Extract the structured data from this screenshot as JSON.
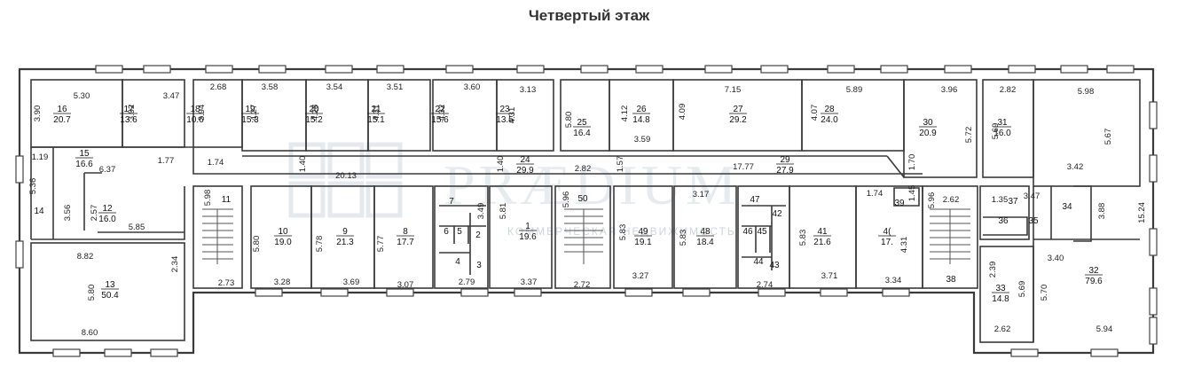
{
  "title": "Четвертый этаж",
  "watermark": {
    "brand": "PRÆDIUM",
    "tagline": "КОММЕРЧЕСКАЯ НЕДВИЖИМОСТЬ"
  },
  "rooms": [
    {
      "id": "16",
      "area": "20.7"
    },
    {
      "id": "17",
      "area": "13.6"
    },
    {
      "id": "18",
      "area": "10.6"
    },
    {
      "id": "19",
      "area": "15.3"
    },
    {
      "id": "20",
      "area": "15.2"
    },
    {
      "id": "21",
      "area": "15.1"
    },
    {
      "id": "22",
      "area": "15.6"
    },
    {
      "id": "23",
      "area": "13.5"
    },
    {
      "id": "25",
      "area": "16.4"
    },
    {
      "id": "26",
      "area": "14.8"
    },
    {
      "id": "27",
      "area": "29.2"
    },
    {
      "id": "28",
      "area": "24.0"
    },
    {
      "id": "30",
      "area": "20.9"
    },
    {
      "id": "31",
      "area": "16.0"
    },
    {
      "id": "15",
      "area": "16.6"
    },
    {
      "id": "24",
      "area": "29.9"
    },
    {
      "id": "29",
      "area": "27.9"
    },
    {
      "id": "12",
      "area": "16.0"
    },
    {
      "id": "13",
      "area": "50.4"
    },
    {
      "id": "10",
      "area": "19.0"
    },
    {
      "id": "9",
      "area": "21.3"
    },
    {
      "id": "8",
      "area": "17.7"
    },
    {
      "id": "1",
      "area": "19.6"
    },
    {
      "id": "49",
      "area": "19.1"
    },
    {
      "id": "48",
      "area": "18.4"
    },
    {
      "id": "41",
      "area": "21.6"
    },
    {
      "id": "4(",
      "area": "17."
    },
    {
      "id": "33",
      "area": "14.8"
    },
    {
      "id": "32",
      "area": "79.6"
    }
  ],
  "labels": [
    "14",
    "11",
    "7",
    "6",
    "5",
    "2",
    "4",
    "3",
    "50",
    "47",
    "42",
    "46",
    "45",
    "44",
    "43",
    "39",
    "38",
    "37",
    "36",
    "35",
    "34"
  ],
  "dims": [
    "5.30",
    "3.47",
    "2.68",
    "3.58",
    "3.54",
    "3.51",
    "3.60",
    "3.13",
    "7.15",
    "5.89",
    "3.96",
    "2.82",
    "5.98",
    "3.90",
    "3.92",
    "3.94",
    "4.27",
    "4.28",
    "4.31",
    "4.32",
    "4.31",
    "5.80",
    "4.12",
    "4.09",
    "4.07",
    "5.72",
    "5.69",
    "5.67",
    "1.19",
    "6.37",
    "1.77",
    "1.74",
    "1.40",
    "20.13",
    "1.40",
    "2.82",
    "1.57",
    "3.59",
    "17.77",
    "1.70",
    "3.42",
    "5.36",
    "3.56",
    "2.57",
    "5.85",
    "5.98",
    "3.49",
    "5.96",
    "3.17",
    "1.74",
    "1.45",
    "5.96",
    "2.62",
    "1.35",
    "3.47",
    "3.88",
    "15.24",
    "8.82",
    "2.34",
    "5.80",
    "5.78",
    "5.77",
    "5.81",
    "5.83",
    "5.83",
    "5.83",
    "4.31",
    "2.39",
    "5.69",
    "5.70",
    "3.40",
    "2.73",
    "3.28",
    "3.69",
    "3.07",
    "2.79",
    "3.37",
    "2.72",
    "3.27",
    "2.74",
    "3.71",
    "3.34",
    "5.80",
    "8.60",
    "2.62",
    "5.94"
  ]
}
